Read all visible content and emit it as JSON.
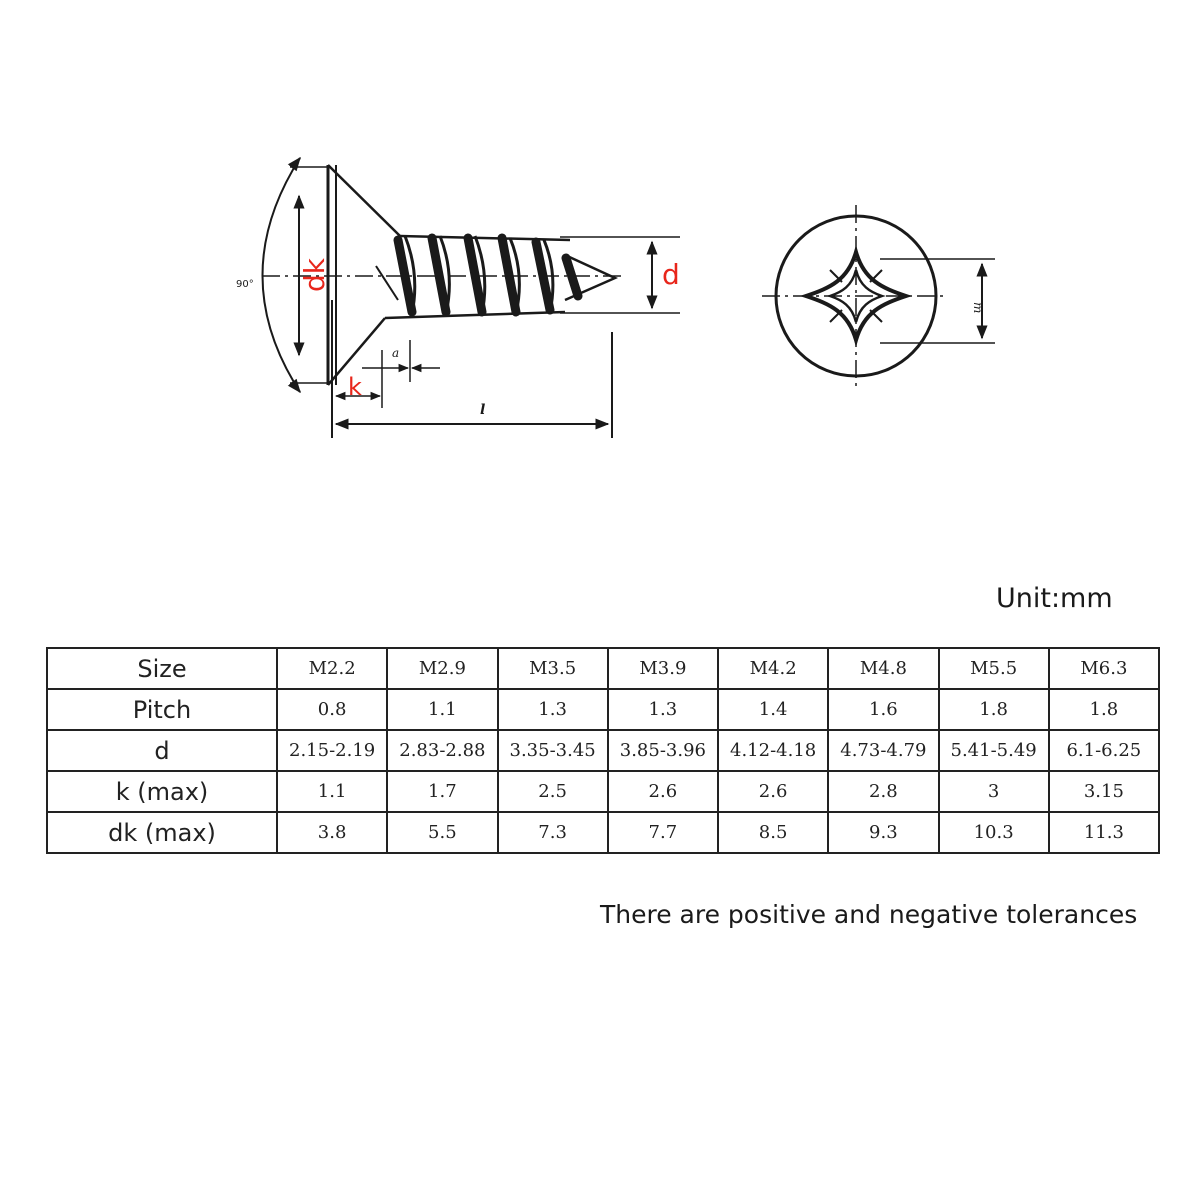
{
  "diagram": {
    "side_view": {
      "label_dk": "dk",
      "label_k": "k",
      "label_d": "d",
      "label_a": "a",
      "label_l": "l",
      "angle_label": "90°",
      "accent_color": "#e8261b",
      "line_color": "#1a1a1a"
    },
    "top_view": {
      "label_m": "m"
    }
  },
  "unit_label": "Unit:mm",
  "table": {
    "rows": [
      {
        "label": "Size",
        "values": [
          "M2.2",
          "M2.9",
          "M3.5",
          "M3.9",
          "M4.2",
          "M4.8",
          "M5.5",
          "M6.3"
        ]
      },
      {
        "label": "Pitch",
        "values": [
          "0.8",
          "1.1",
          "1.3",
          "1.3",
          "1.4",
          "1.6",
          "1.8",
          "1.8"
        ]
      },
      {
        "label": "d",
        "values": [
          "2.15-2.19",
          "2.83-2.88",
          "3.35-3.45",
          "3.85-3.96",
          "4.12-4.18",
          "4.73-4.79",
          "5.41-5.49",
          "6.1-6.25"
        ]
      },
      {
        "label": "k (max)",
        "values": [
          "1.1",
          "1.7",
          "2.5",
          "2.6",
          "2.6",
          "2.8",
          "3",
          "3.15"
        ]
      },
      {
        "label": "dk (max)",
        "values": [
          "3.8",
          "5.5",
          "7.3",
          "7.7",
          "8.5",
          "9.3",
          "10.3",
          "11.3"
        ]
      }
    ]
  },
  "footnote": "There are positive and negative tolerances"
}
